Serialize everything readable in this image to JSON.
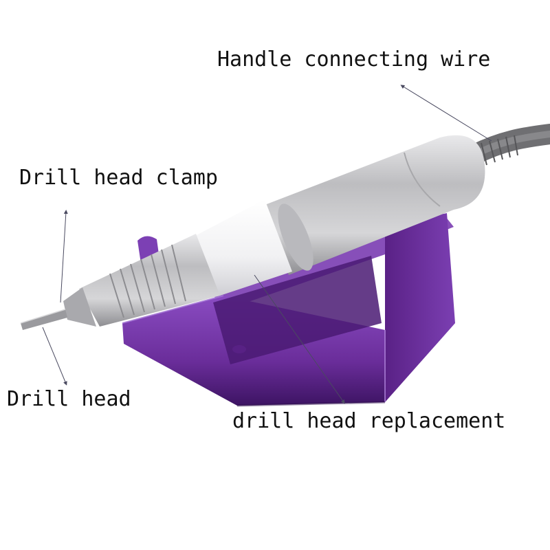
{
  "labels": {
    "handle_wire": "Handle connecting wire",
    "drill_head_clamp": "Drill head clamp",
    "drill_head": "Drill head",
    "drill_head_replacement": "drill head replacement"
  },
  "colors": {
    "stand": "#6a2d9a",
    "stand_dark": "#3d1463",
    "metal": "#c6c6c8",
    "wire": "#7e7e80",
    "pointer": "#4a4a60"
  }
}
